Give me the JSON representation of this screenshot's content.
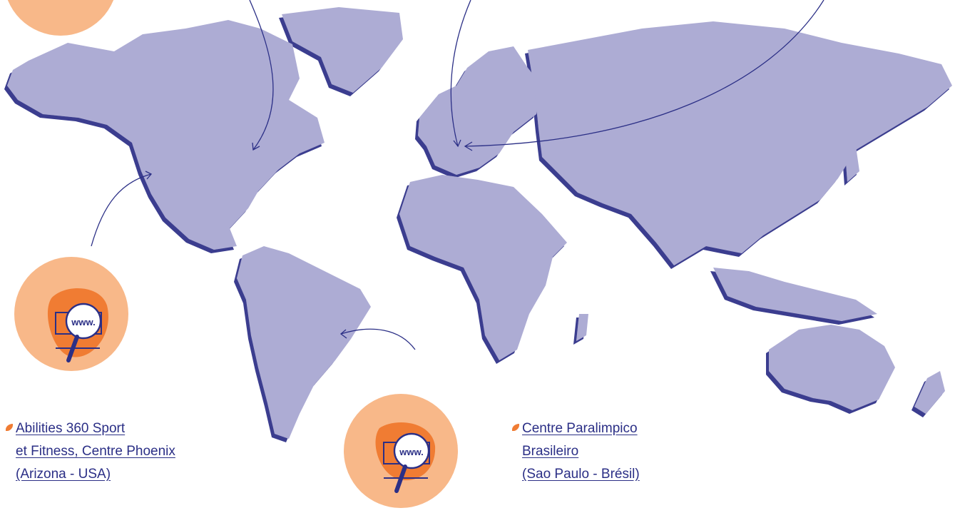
{
  "colors": {
    "land": "#adacd4",
    "land_shadow": "#3a3d8f",
    "arrow": "#2b2f86",
    "link": "#2b2f86",
    "circle": "#f8b889",
    "blob": "#f07c33",
    "bullet": "#f07c33"
  },
  "icons": [
    "website-search-icon"
  ],
  "locations": [
    {
      "id": "phoenix",
      "name_lines": [
        "Abilities 360 Sport",
        "et Fitness, Centre Phoenix ",
        "(Arizona - USA)"
      ]
    },
    {
      "id": "sao-paulo",
      "name_lines": [
        "Centre Paralimpico",
        "Brasileiro",
        "(Sao Paulo - Brésil)"
      ]
    }
  ]
}
